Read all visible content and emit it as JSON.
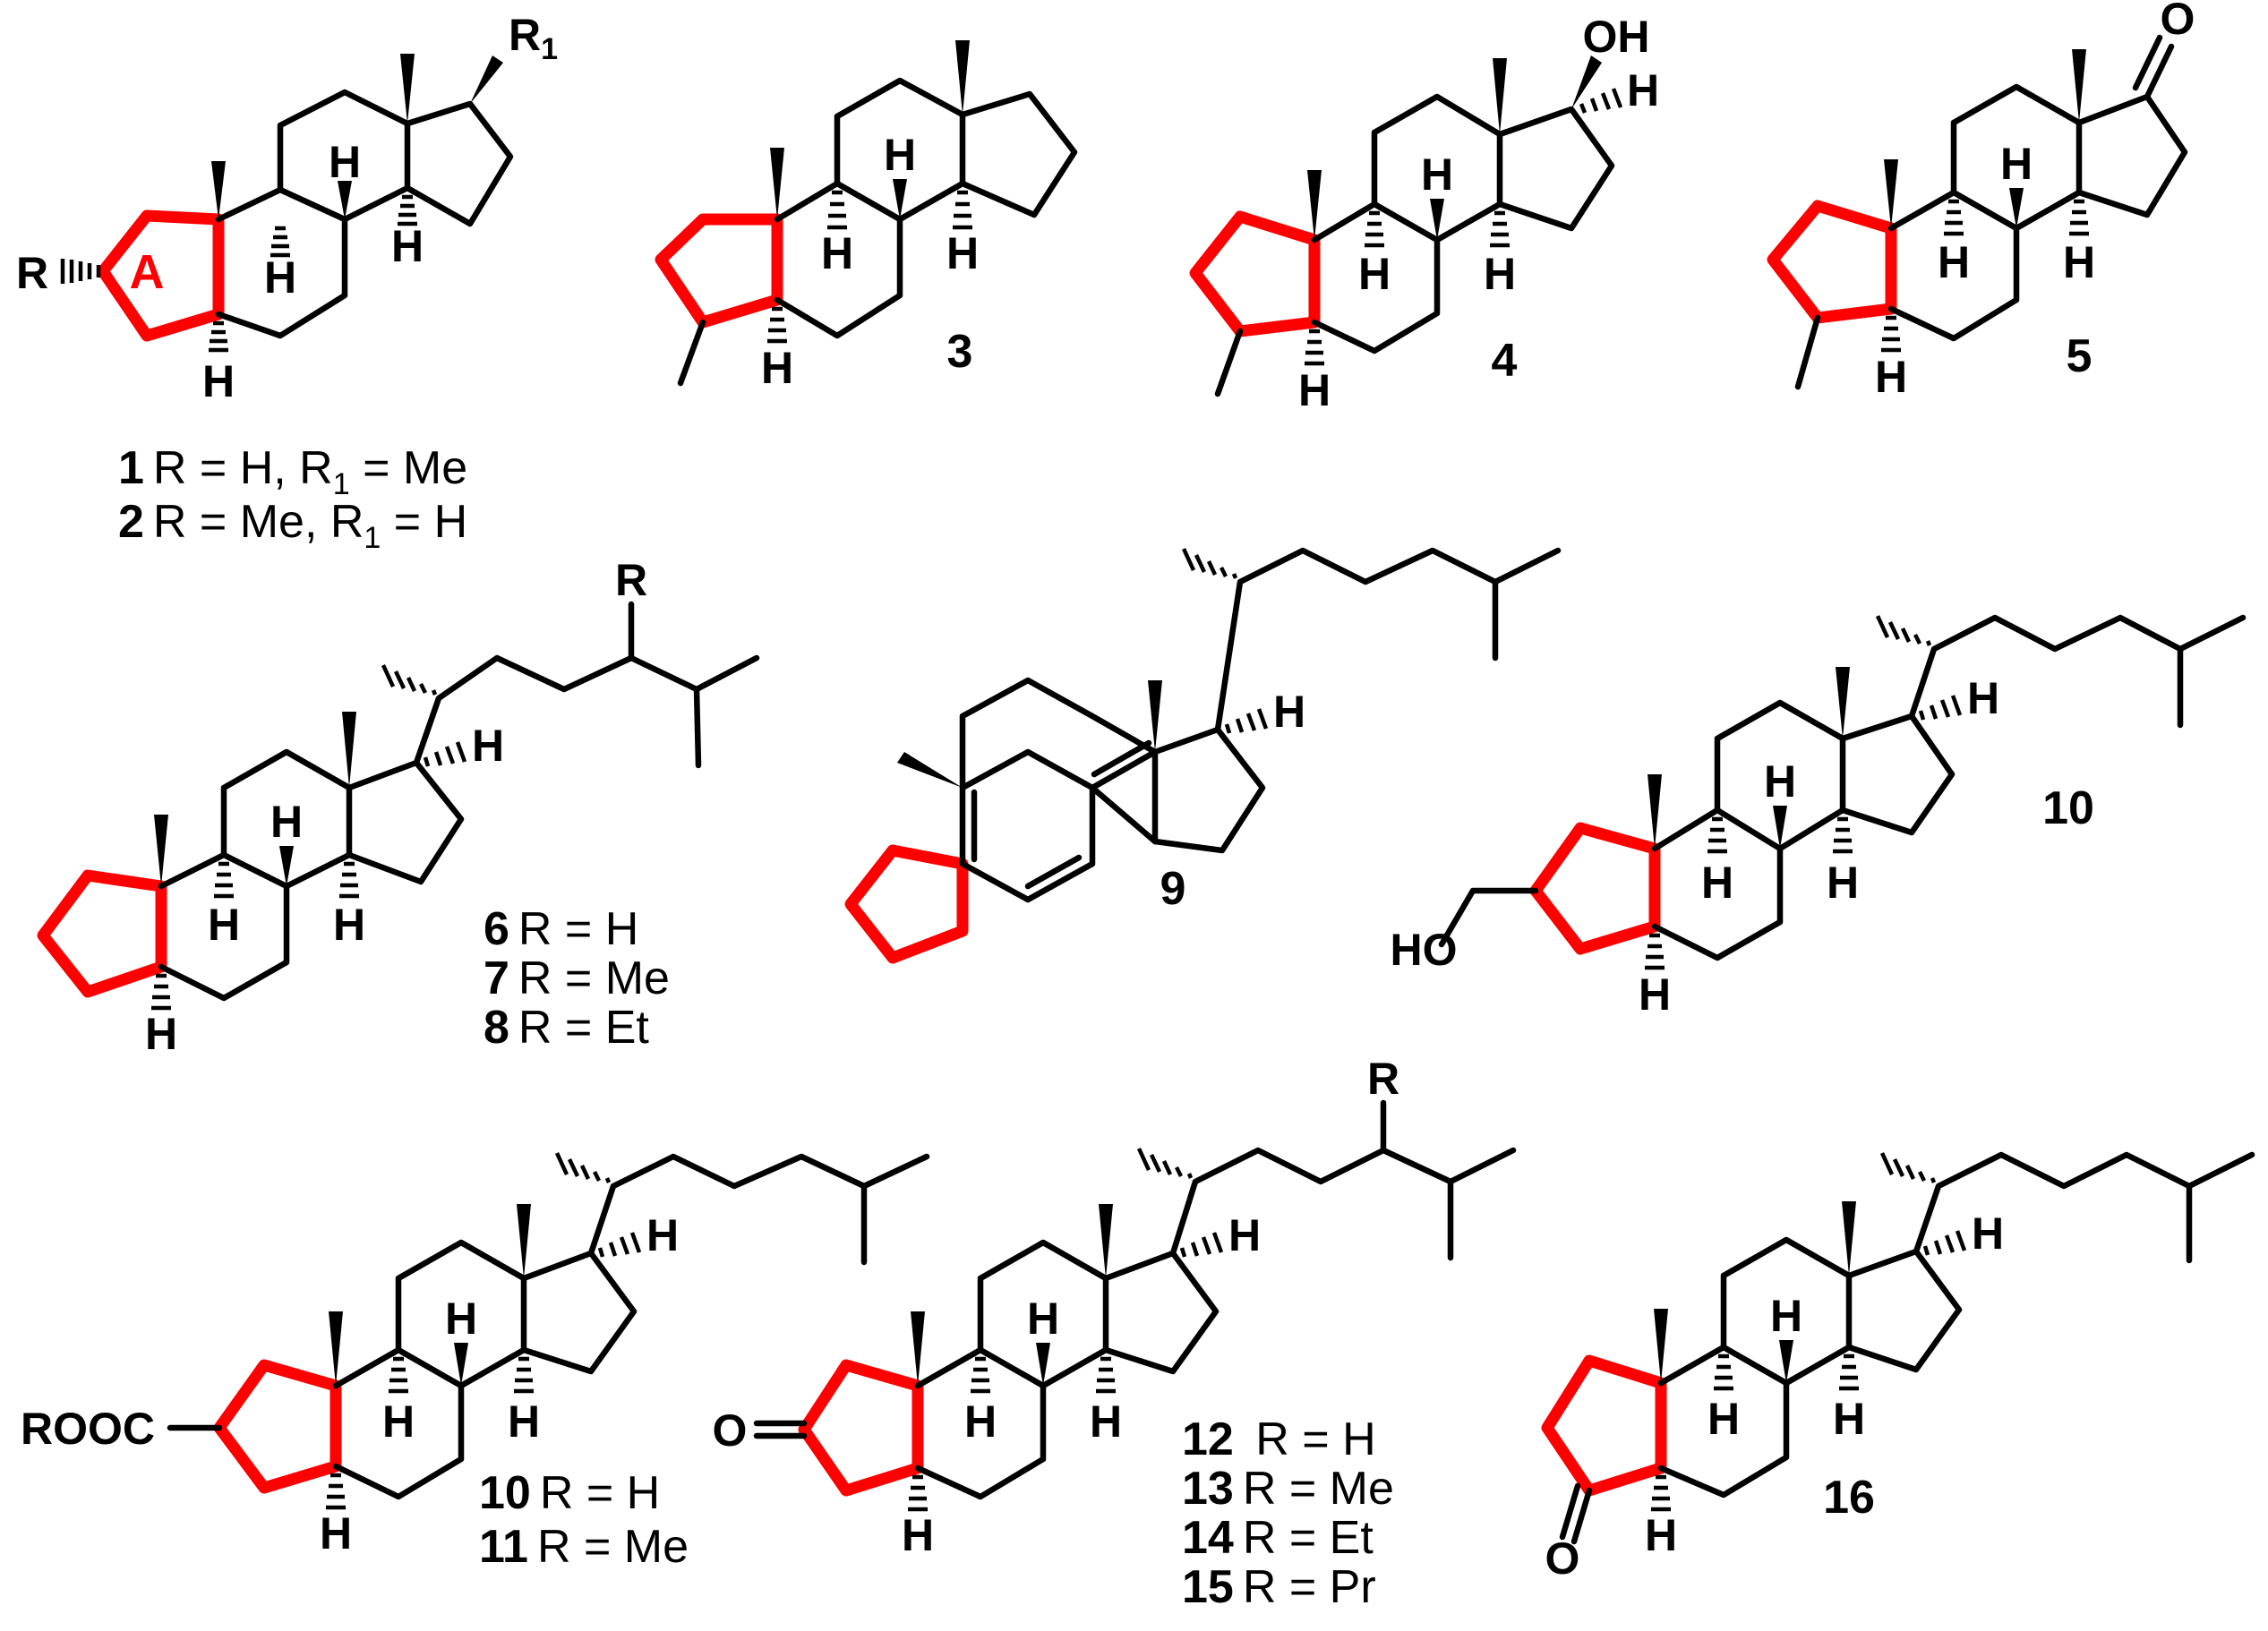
{
  "colors": {
    "highlight_ring": "#ff0000",
    "bond": "#000000"
  },
  "labels": {
    "ring_a": "A",
    "r": "R",
    "r1": "R",
    "r1_sub": "1",
    "h": "H",
    "oh": "OH",
    "o": "O",
    "ho": "HO",
    "rooc": "ROOC"
  },
  "compounds": {
    "c3": "3",
    "c4": "4",
    "c5": "5",
    "c9": "9",
    "c10": "10",
    "c16": "16",
    "cap_1_2": [
      {
        "num": "1",
        "pre": "R = H, R",
        "sub": "1",
        "post": " = Me"
      },
      {
        "num": "2",
        "pre": "R = Me, R",
        "sub": "1",
        "post": " = H"
      }
    ],
    "cap_6_8": [
      {
        "num": "6",
        "text": "R = H"
      },
      {
        "num": "7",
        "text": "R = Me"
      },
      {
        "num": "8",
        "text": "R = Et"
      }
    ],
    "cap_10_11": [
      {
        "num": "10",
        "text": "R = H"
      },
      {
        "num": "11",
        "text": "R = Me"
      }
    ],
    "cap_12_15": [
      {
        "num": "12",
        "text": " R = H"
      },
      {
        "num": "13",
        "text": "R = Me"
      },
      {
        "num": "14",
        "text": "R = Et"
      },
      {
        "num": "15",
        "text": "R = Pr"
      }
    ]
  }
}
